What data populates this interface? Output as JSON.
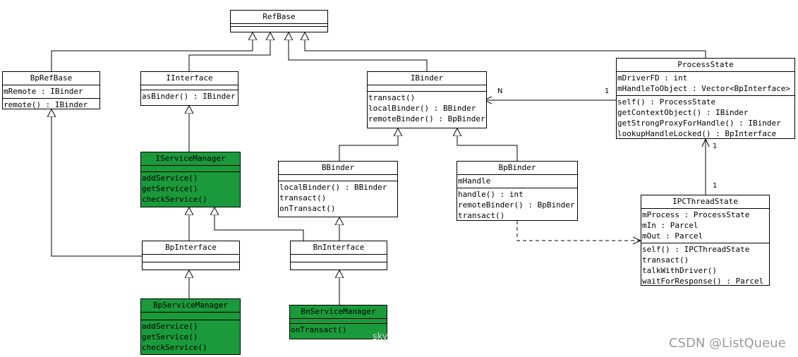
{
  "classes": {
    "refbase": {
      "name": "RefBase",
      "attrs": [],
      "methods": []
    },
    "bprefbase": {
      "name": "BpRefBase",
      "attrs": [
        "mRemote : IBinder"
      ],
      "methods": [
        "remote() : IBinder"
      ]
    },
    "iinterface": {
      "name": "IInterface",
      "attrs": [],
      "methods": [
        "asBinder() : IBinder"
      ]
    },
    "ibinder": {
      "name": "IBinder",
      "attrs": [],
      "methods": [
        "transact()",
        "localBinder() : BBinder",
        "remoteBinder() : BpBinder"
      ]
    },
    "processstate": {
      "name": "ProcessState",
      "attrs": [
        "mDriverFD : int",
        "mHandleToObject : Vector<BpInterface>"
      ],
      "methods": [
        "self() : ProcessState",
        "getContextObject() : IBinder",
        "getStrongProxyForHandle() : IBinder",
        "lookupHandleLocked() : BpInterface"
      ]
    },
    "iservicemanager": {
      "name": "IServiceManager",
      "attrs": [],
      "methods": [
        "addService()",
        "getService()",
        "checkService()"
      ]
    },
    "bbinder": {
      "name": "BBinder",
      "attrs": [],
      "methods": [
        "localBinder() : BBinder",
        "transact()",
        "onTransact()"
      ]
    },
    "bpbinder": {
      "name": "BpBinder",
      "attrs": [
        "mHandle"
      ],
      "methods": [
        "handle() : int",
        "remoteBinder() : BpBinder",
        "transact()"
      ]
    },
    "ipcthreadstate": {
      "name": "IPCThreadState",
      "attrs": [
        "mProcess : ProcessState",
        "mIn : Parcel",
        "mOut : Parcel"
      ],
      "methods": [
        "self() : IPCThreadState",
        "transact()",
        "talkWithDriver()",
        "waitForResponse() : Parcel"
      ]
    },
    "bpinterface": {
      "name": "BpInterface",
      "attrs": [],
      "methods": []
    },
    "bninterface": {
      "name": "BnInterface",
      "attrs": [],
      "methods": []
    },
    "bpservicemanager": {
      "name": "BpServiceManager",
      "attrs": [],
      "methods": [
        "addService()",
        "getService()",
        "checkService()"
      ]
    },
    "bnservicemanager": {
      "name": "BnServiceManager",
      "attrs": [],
      "methods": [
        "onTransact()"
      ]
    }
  },
  "multiplicities": {
    "ibinder_end": "N",
    "processstate_end": "1",
    "ps_bottom": "1",
    "ipc_top": "1"
  },
  "watermark": {
    "text": "CSDN @ListQueue",
    "faint": "sky"
  },
  "colors": {
    "highlight": "#1a9a3a",
    "line": "#000000",
    "watermark": "#9a9a9a"
  }
}
